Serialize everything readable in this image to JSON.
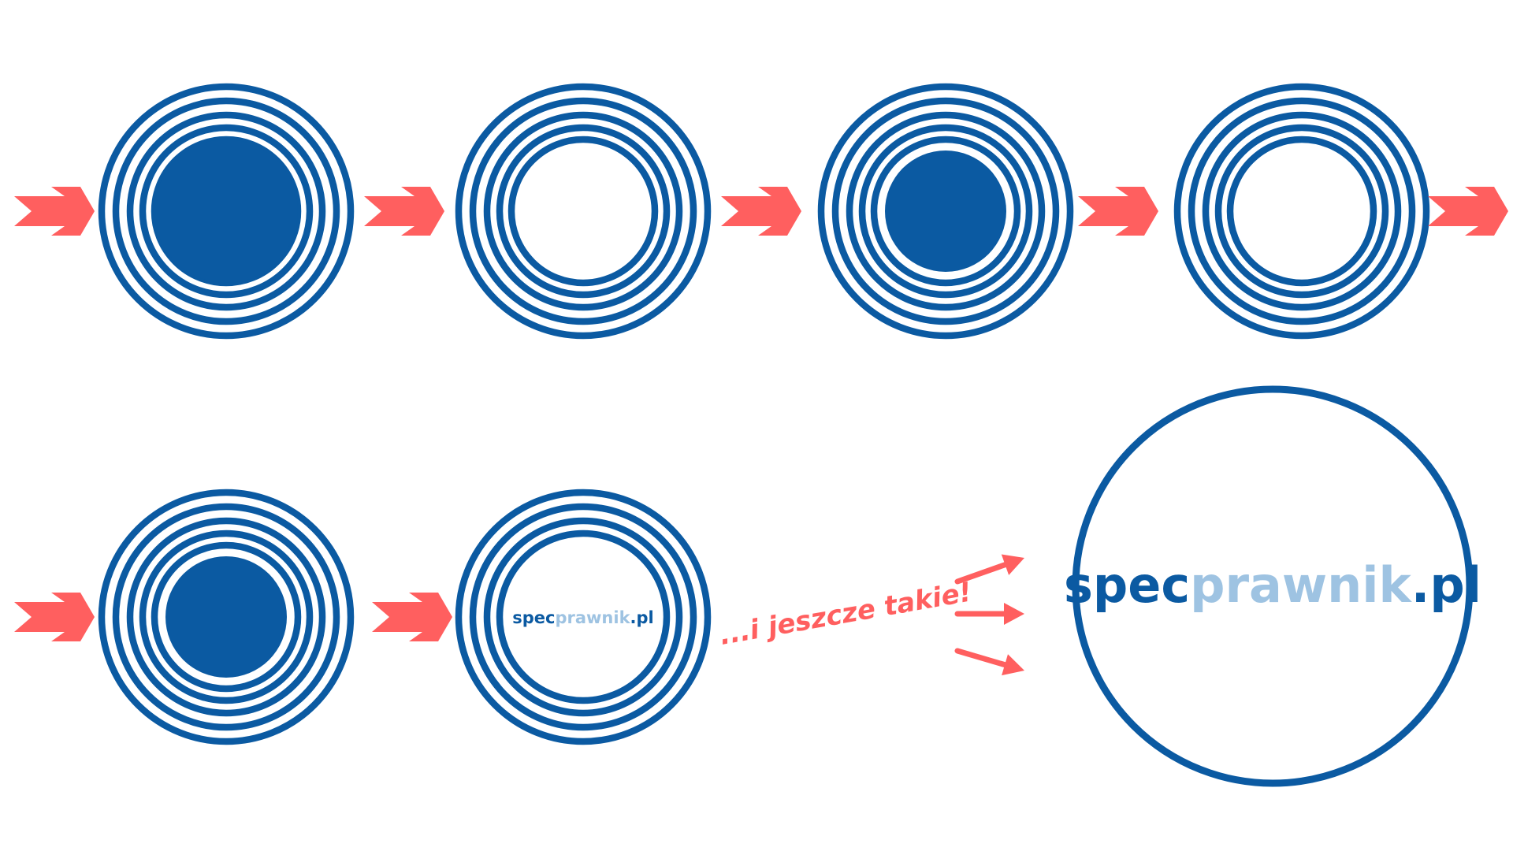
{
  "colors": {
    "ring": "#0b5aa2",
    "arrow": "#ff5f5f",
    "logo_dark": "#0b5aa2",
    "logo_light": "#9ec3e2",
    "background": "#ffffff"
  },
  "logo": {
    "part1": "spec",
    "part2": "prawnik",
    "part3": ".pl"
  },
  "caption": "...i jeszcze takie!",
  "stages": [
    {
      "name": "stage-1",
      "rings": 5,
      "center": "filled"
    },
    {
      "name": "stage-2",
      "rings": 5,
      "center": "empty"
    },
    {
      "name": "stage-3",
      "rings": 5,
      "center": "filled"
    },
    {
      "name": "stage-4",
      "rings": 5,
      "center": "empty"
    },
    {
      "name": "stage-5",
      "rings": 5,
      "center": "filled"
    },
    {
      "name": "stage-6",
      "rings": 4,
      "center": "logo"
    },
    {
      "name": "stage-7",
      "rings": 1,
      "center": "logo"
    }
  ],
  "icons": {
    "chevron_arrow": "chevron-arrow-icon",
    "thin_arrow": "thin-arrow-icon"
  }
}
